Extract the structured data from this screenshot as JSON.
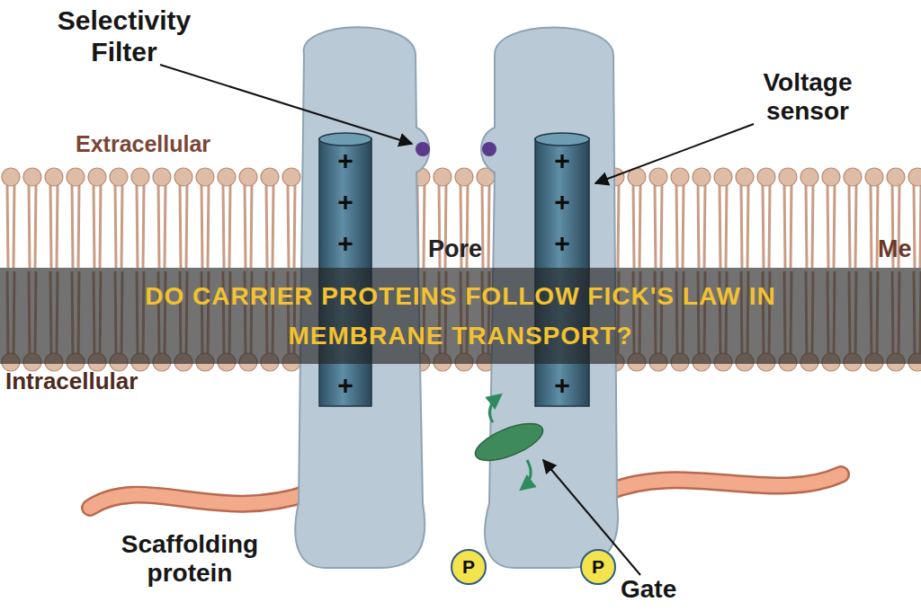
{
  "diagram": {
    "title": "DO CARRIER PROTEINS FOLLOW FICK'S LAW IN MEMBRANE TRANSPORT?",
    "nodes": [
      {
        "text": [
          "+",
          "+",
          "+",
          "+"
        ]
      },
      {
        "text": [
          "+",
          "+",
          "+",
          "+"
        ]
      },
      {
        "text": [
          "P"
        ]
      },
      {
        "text": [
          "P"
        ]
      }
    ],
    "labels": [
      "Selectivity Filter",
      "Extracellular",
      "Voltage sensor",
      "Pore",
      "Me",
      "Intracellular",
      "Scaffolding protein",
      "Gate"
    ]
  }
}
